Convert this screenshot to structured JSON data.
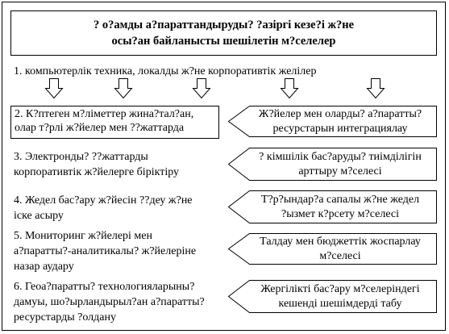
{
  "title": {
    "line1": "? о?амды а?параттандыруды? ?азіргі кезе?і ж?не",
    "line2": "осы?ан байланысты шешілетін м?селелер"
  },
  "items": [
    {
      "line1": "1. компьютерлік техника, локалды ж?не корпоративтік желілер"
    },
    {
      "line1": "2. К?птеген м?ліметтер жина?тал?ан,",
      "line2": "олар т?рлі ж?йелер мен ??жаттарда"
    },
    {
      "line1": "3. Электронды? ??жаттарды",
      "line2": "корпоративтік ж?йелерге біріктіру"
    },
    {
      "line1": "4. Жедел бас?ару ж?йесін ??деу ж?не",
      "line2": "іске асыру"
    },
    {
      "line1": "5. Мониторинг ж?йелері мен",
      "line2": "а?паратты?-аналитикалы? ж?йелеріне",
      "line3": "назар аудару"
    },
    {
      "line1": "6. Геоа?паратты? технологияларыны?",
      "line2": "дамуы, шо?ырландырыл?ан а?паратты?",
      "line3": "ресурстарды ?олдану"
    }
  ],
  "problems": [
    {
      "line1": "Ж?йелер мен оларды? а?паратты?",
      "line2": "ресурстарын интеграциялау"
    },
    {
      "line1": "? кімшілік бас?аруды? тиімділігін",
      "line2": "арттыру м?селесі"
    },
    {
      "line1": "Т?р?ындар?а сапалы ж?не жедел",
      "line2": "?ызмет к?рсету м?селесі"
    },
    {
      "line1": "Талдау мен бюджеттік жоспарлау",
      "line2": "м?селесі"
    },
    {
      "line1": "Жергілікті бас?ару м?селеріндегі",
      "line2": "кешенді шешімдерді табу"
    }
  ]
}
